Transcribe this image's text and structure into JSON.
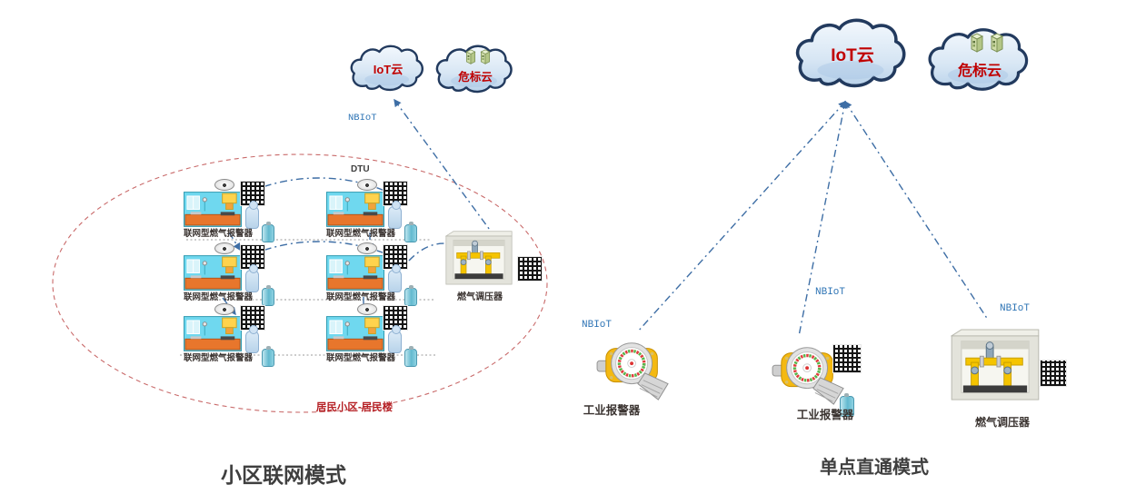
{
  "left": {
    "cloud_iot_label": "IoT云",
    "cloud_danger_label": "危标云",
    "nbiot_label": "NBIoT",
    "dtu_label": "DTU",
    "devices": [
      {
        "label": "联网型燃气报警器"
      },
      {
        "label": "联网型燃气报警器"
      },
      {
        "label": "联网型燃气报警器"
      },
      {
        "label": "联网型燃气报警器"
      },
      {
        "label": "联网型燃气报警器"
      },
      {
        "label": "联网型燃气报警器"
      }
    ],
    "regulator_label": "燃气调压器",
    "area_label": "居民小区-居民楼",
    "title": "小区联网模式"
  },
  "right": {
    "cloud_iot_label": "IoT云",
    "cloud_danger_label": "危标云",
    "nbiot_labels": [
      "NBIoT",
      "NBIoT",
      "NBIoT"
    ],
    "alarm_labels": [
      "工业报警器",
      "工业报警器"
    ],
    "regulator_label": "燃气调压器",
    "title": "单点直通模式"
  },
  "colors": {
    "cloud_text": "#c00000",
    "nbiot_text": "#2e74b5",
    "connection_line": "#3e6ea5",
    "boundary_ellipse": "#c96a6a",
    "title_text": "#3f3f3f"
  }
}
